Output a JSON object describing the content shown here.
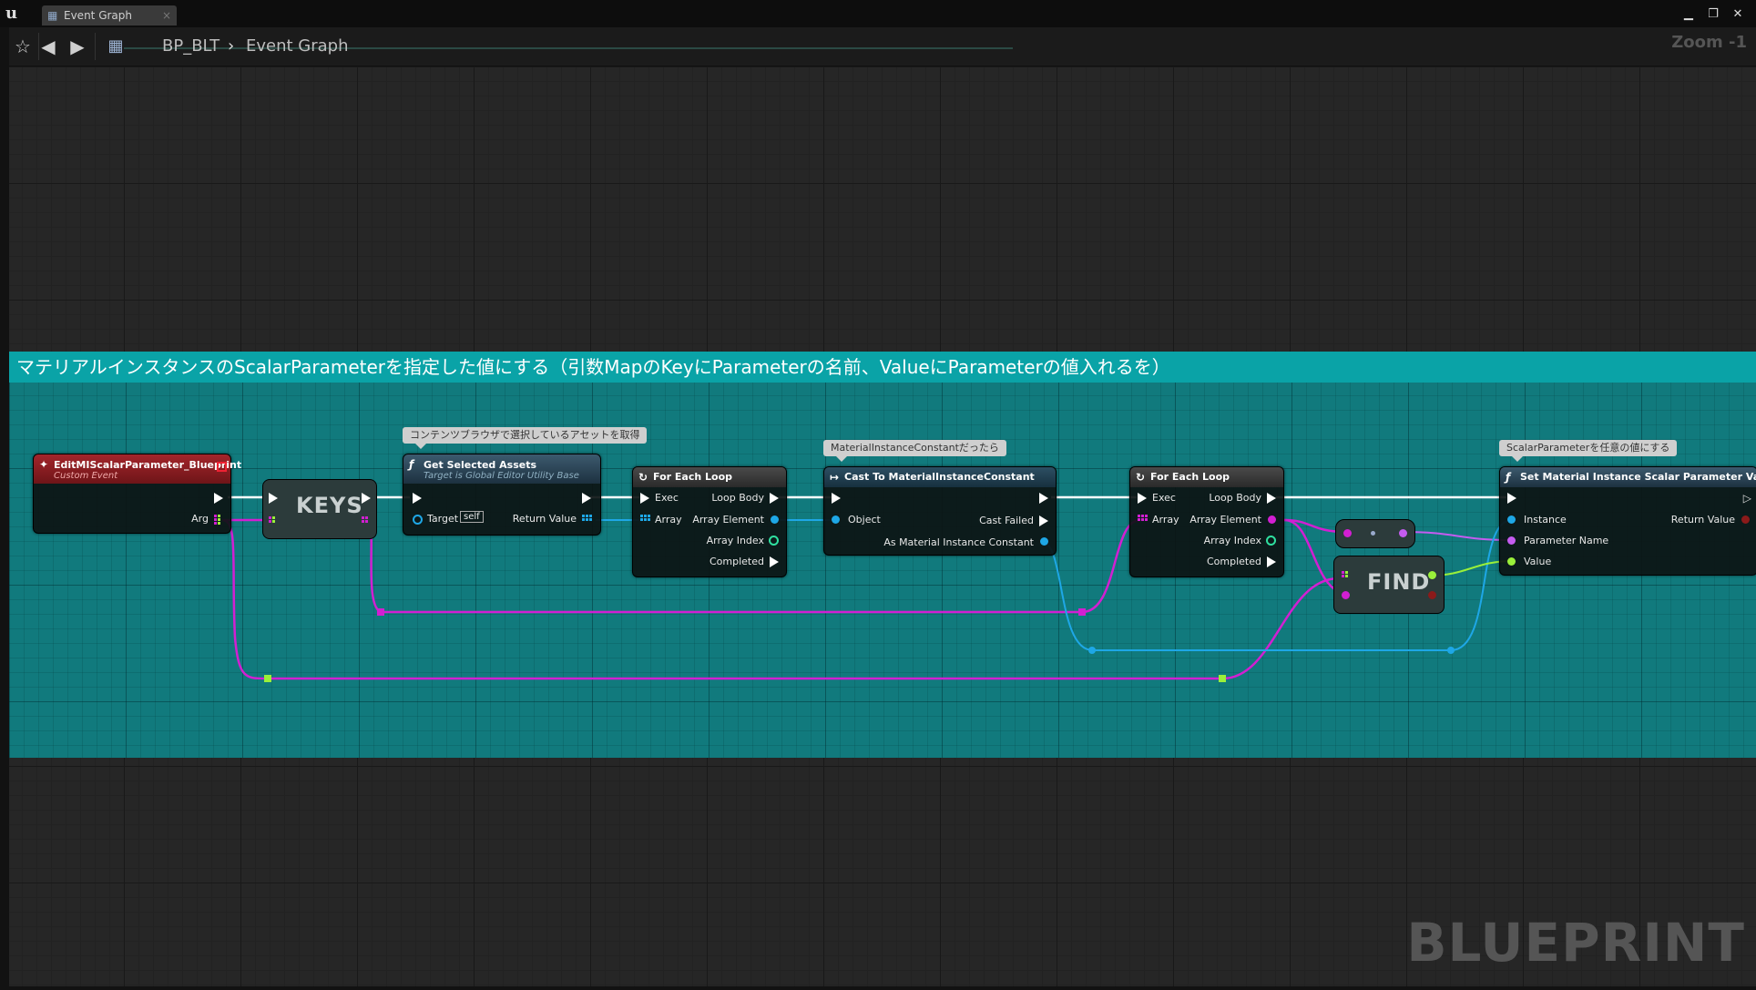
{
  "window": {
    "tab_label": "Event Graph",
    "buttons": [
      "minimize",
      "restore",
      "close"
    ]
  },
  "toolbar": {
    "breadcrumb": [
      "BP_BLT",
      "Event Graph"
    ],
    "zoom": "Zoom -1"
  },
  "comment": {
    "title": "マテリアルインスタンスのScalarParameterを指定した値にする（引数MapのKeyにParameterの名前、ValueにParameterの値入れるを）",
    "color": "#0aa3a7"
  },
  "bubbles": {
    "get_selected": "コンテンツブラウザで選択しているアセットを取得",
    "cast": "MaterialInstanceConstantだったら",
    "set_param": "ScalarParameterを任意の値にする"
  },
  "nodes": {
    "event": {
      "title": "EditMIScalarParameter_Blueprint",
      "subtitle": "Custom Event",
      "pin_arg": "Arg"
    },
    "keys": {
      "label": "KEYS"
    },
    "get_selected": {
      "title": "Get Selected Assets",
      "subtitle": "Target is Global Editor Utility Base",
      "pin_target": "Target",
      "target_value": "self",
      "pin_return": "Return Value"
    },
    "foreach1": {
      "title": "For Each Loop",
      "pin_exec": "Exec",
      "pin_array": "Array",
      "pin_loop_body": "Loop Body",
      "pin_element": "Array Element",
      "pin_index": "Array Index",
      "pin_completed": "Completed"
    },
    "cast": {
      "title": "Cast To MaterialInstanceConstant",
      "pin_object": "Object",
      "pin_failed": "Cast Failed",
      "pin_as": "As Material Instance Constant"
    },
    "foreach2": {
      "title": "For Each Loop",
      "pin_exec": "Exec",
      "pin_array": "Array",
      "pin_loop_body": "Loop Body",
      "pin_element": "Array Element",
      "pin_index": "Array Index",
      "pin_completed": "Completed"
    },
    "find": {
      "label": "FIND"
    },
    "set_param": {
      "title": "Set Material Instance Scalar Parameter Value",
      "pin_instance": "Instance",
      "pin_param_name": "Parameter Name",
      "pin_value": "Value",
      "pin_return": "Return Value"
    }
  },
  "colors": {
    "exec": "#ffffff",
    "object": "#1ea7e6",
    "name": "#c45cf0",
    "float": "#9af03a",
    "map_wire": "#d21fd2",
    "int": "#2fe0a0"
  },
  "watermark": "BLUEPRINT"
}
